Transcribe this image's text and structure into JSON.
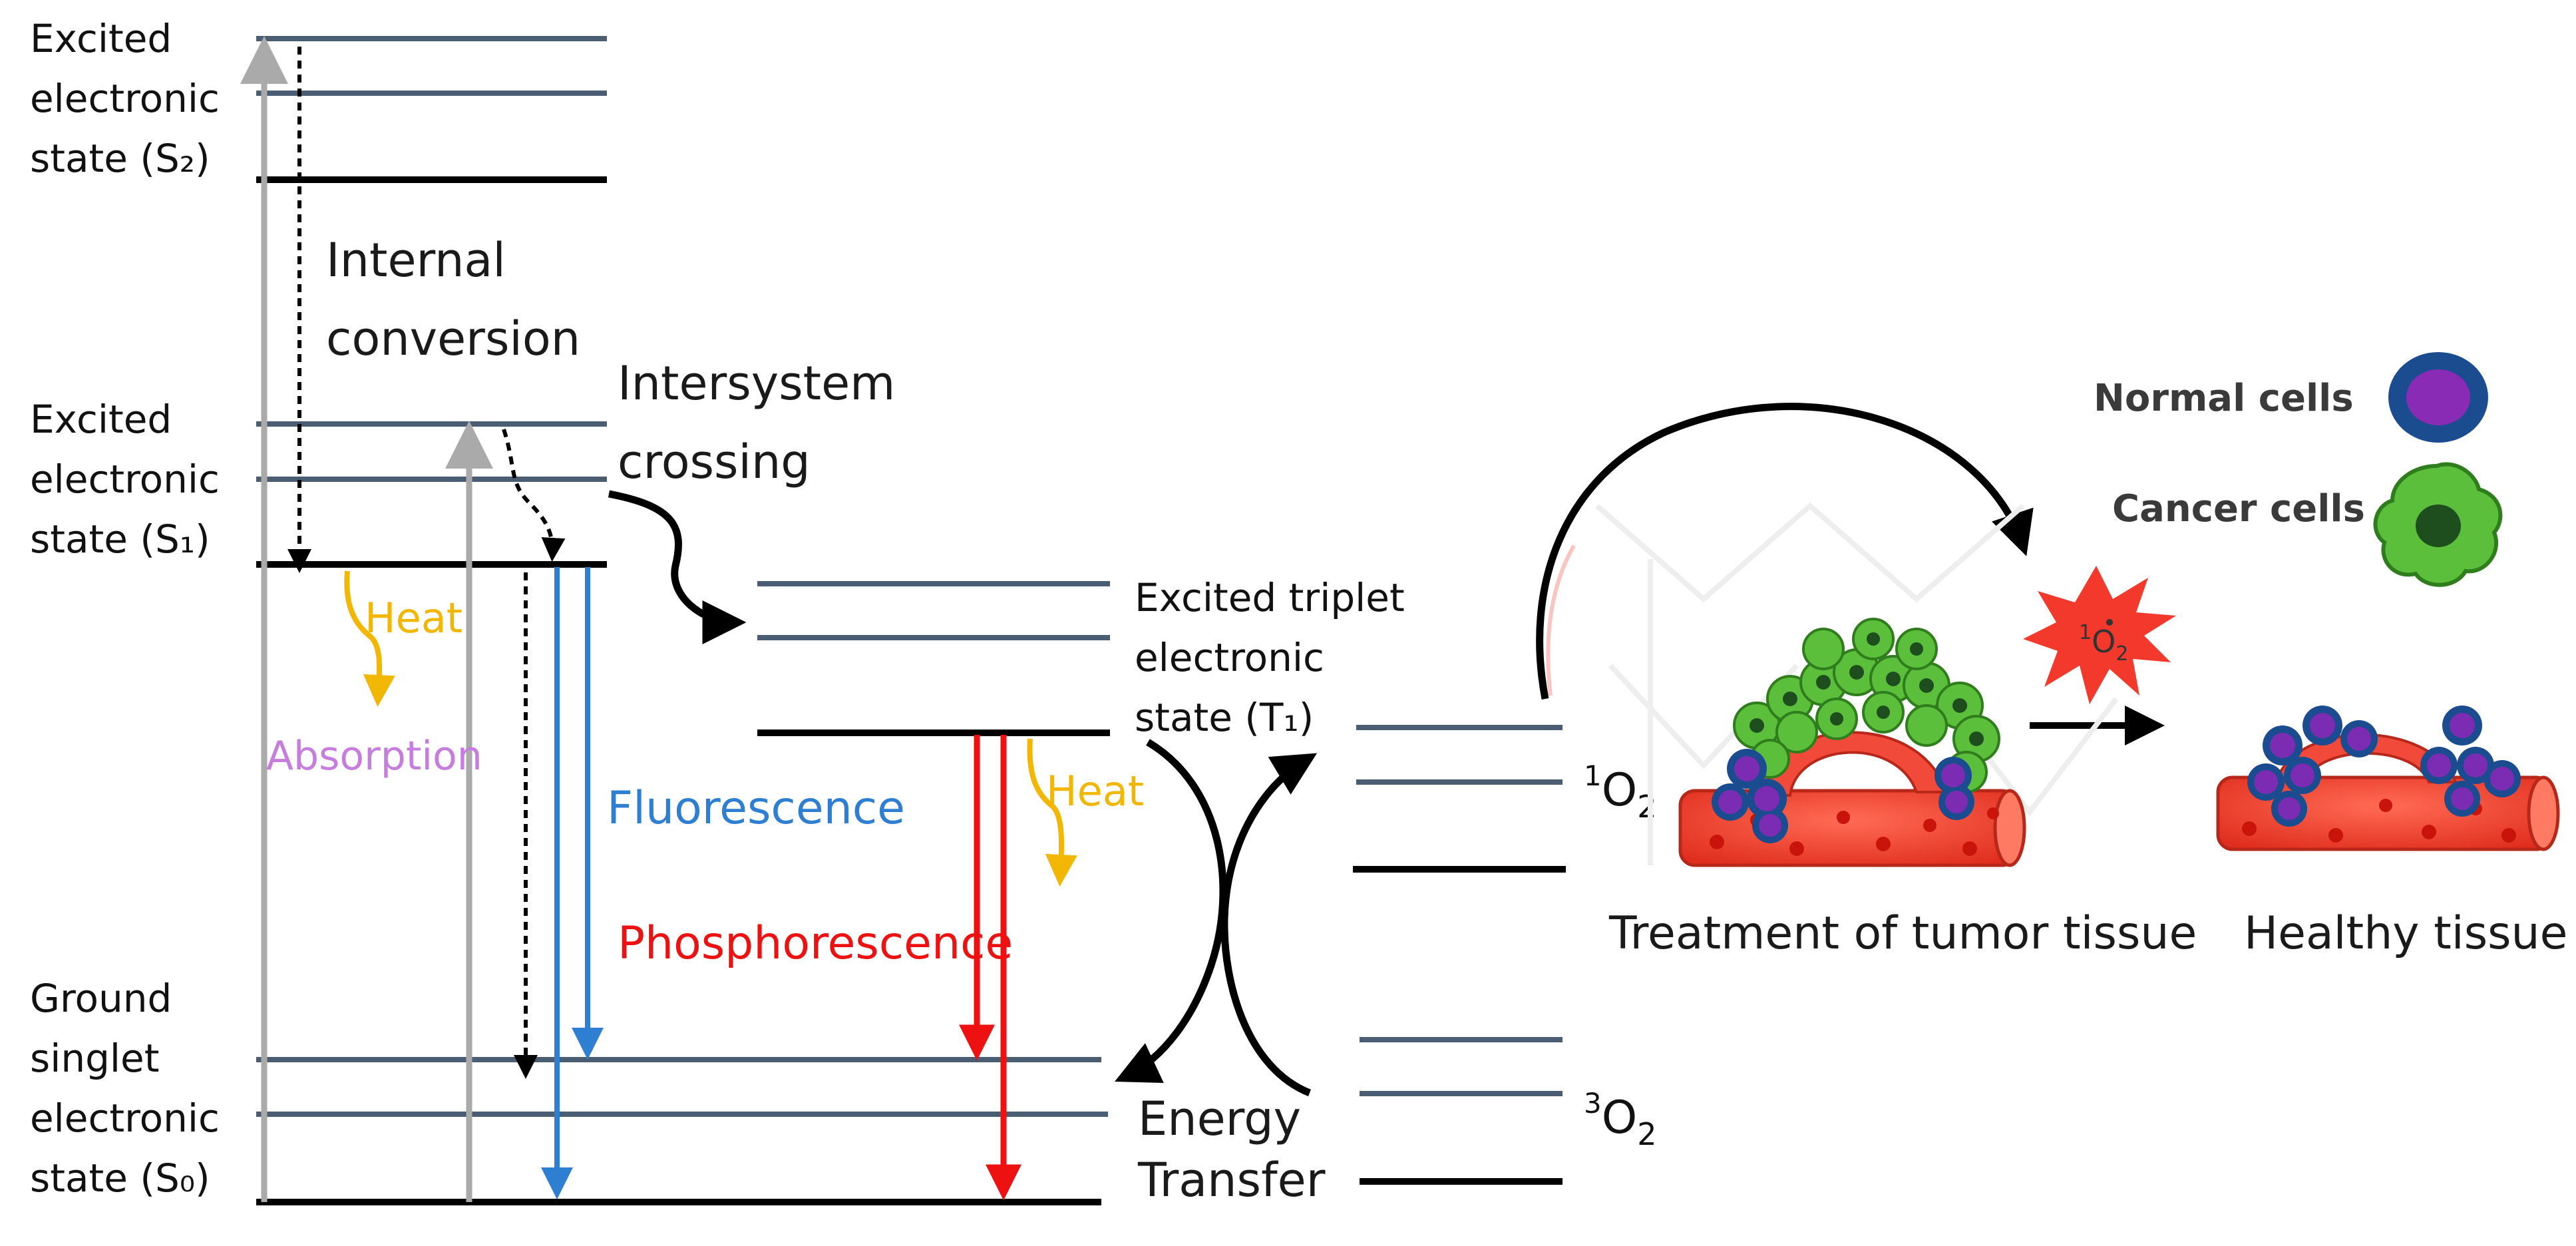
{
  "diagram": {
    "states": {
      "s2": [
        "Excited",
        "electronic",
        "state (S₂)"
      ],
      "s1": [
        "Excited",
        "electronic",
        "state (S₁)"
      ],
      "s0": [
        "Ground",
        "singlet",
        "electronic",
        "state (S₀)"
      ],
      "t1": [
        "Excited triplet",
        "electronic",
        "state (T₁)"
      ]
    },
    "processes": {
      "internal_conversion": [
        "Internal",
        "conversion"
      ],
      "intersystem_crossing": [
        "Intersystem",
        "crossing"
      ],
      "heat_1": "Heat",
      "heat_2": "Heat",
      "absorption": "Absorption",
      "fluorescence": "Fluorescence",
      "phosphorescence": "Phosphorescence",
      "energy_transfer": [
        "Energy",
        "Transfer"
      ]
    },
    "oxygen": {
      "singlet_sup": "1",
      "singlet_base": "O",
      "singlet_sub": "2",
      "triplet_sup": "3",
      "triplet_base": "O",
      "triplet_sub": "2",
      "burst_sup": "1",
      "burst_base": "O",
      "burst_sub": "2"
    },
    "legend": {
      "normal": "Normal cells",
      "cancer": "Cancer cells"
    },
    "captions": {
      "treatment": "Treatment of tumor tissue",
      "healthy": "Healthy tissue"
    },
    "colors": {
      "absorption": "#aaaaaa",
      "fluorescence": "#2e7ed1",
      "phosphorescence": "#ee1111",
      "heat": "#f2b705",
      "absorption_text": "#c77dde",
      "vessel": "#f24a3a",
      "normal_cell": "#7b2cb3",
      "cancer_cell": "#5bbf3c"
    }
  }
}
